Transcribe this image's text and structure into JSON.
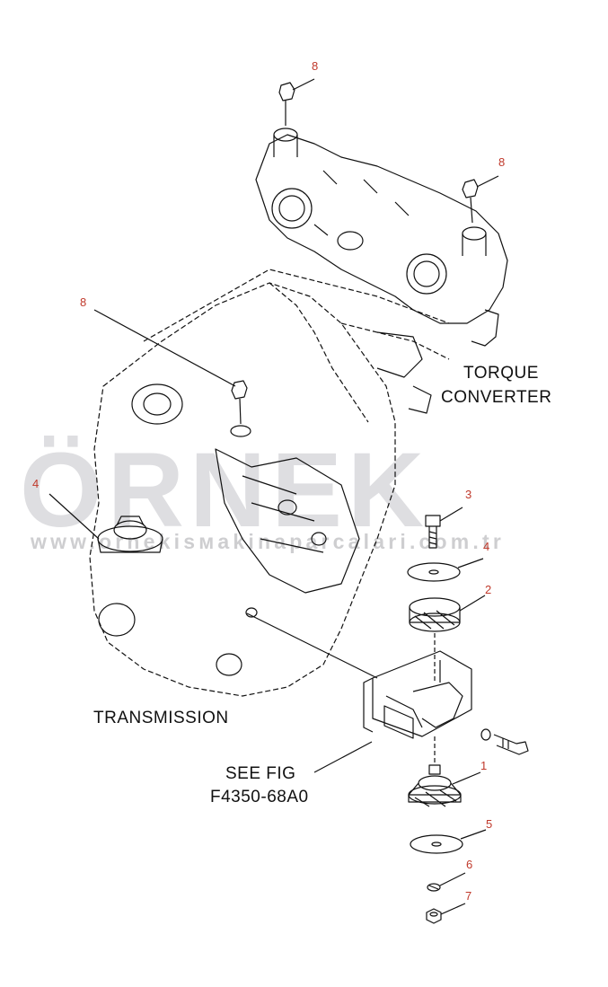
{
  "diagram": {
    "labels": {
      "torque_converter_line1": "TORQUE",
      "torque_converter_line2": "CONVERTER",
      "transmission": "TRANSMISSION",
      "see_fig_line1": "SEE FIG",
      "see_fig_line2": "F4350-68A0"
    },
    "callouts": {
      "c8_top": "8",
      "c8_right": "8",
      "c8_left": "8",
      "c4_left": "4",
      "c3": "3",
      "c4_right": "4",
      "c2": "2",
      "c1": "1",
      "c5": "5",
      "c6": "6",
      "c7": "7"
    },
    "callout_color": "#c0392b",
    "line_color": "#111111"
  },
  "watermark": {
    "brand": "ÖRNEK",
    "url": "www.ornekisмakinaparcalari.com.tr"
  }
}
